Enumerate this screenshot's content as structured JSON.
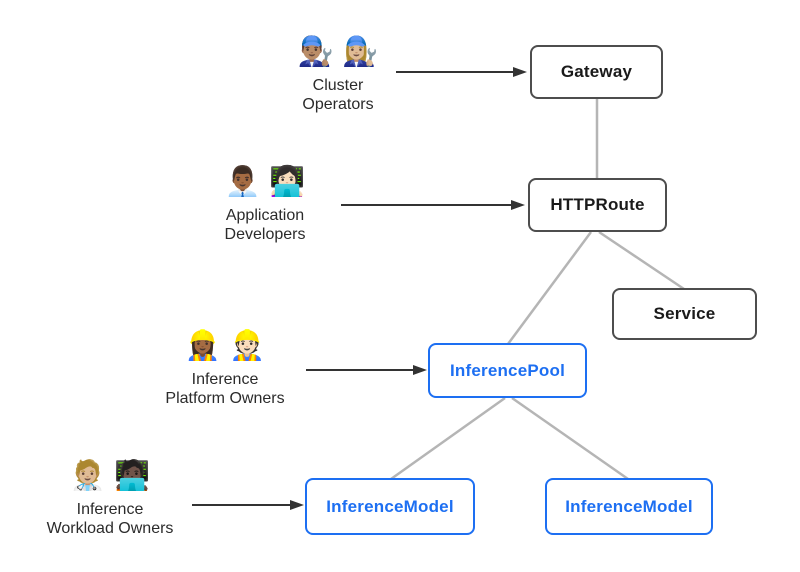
{
  "personas": [
    {
      "emojis": "👨🏽‍🔧 👩🏼‍🔧",
      "line1": "Cluster",
      "line2": "Operators",
      "points_to": "Gateway"
    },
    {
      "emojis": "👨🏾‍💼 👩🏻‍💻",
      "line1": "Application",
      "line2": "Developers",
      "points_to": "HTTPRoute"
    },
    {
      "emojis": "👷🏾‍♀️ 👷🏻",
      "line1": "Inference",
      "line2": "Platform Owners",
      "points_to": "InferencePool"
    },
    {
      "emojis": "🧑🏼‍⚕️ 🧑🏿‍💻",
      "line1": "Inference",
      "line2": "Workload Owners",
      "points_to": "InferenceModel"
    }
  ],
  "nodes": [
    {
      "label": "Gateway",
      "style": "dark"
    },
    {
      "label": "HTTPRoute",
      "style": "dark"
    },
    {
      "label": "Service",
      "style": "dark"
    },
    {
      "label": "InferencePool",
      "style": "blue"
    },
    {
      "label": "InferenceModel",
      "style": "blue"
    },
    {
      "label": "InferenceModel",
      "style": "blue"
    }
  ],
  "edges": [
    {
      "from": "Gateway",
      "to": "HTTPRoute"
    },
    {
      "from": "HTTPRoute",
      "to": "Service"
    },
    {
      "from": "HTTPRoute",
      "to": "InferencePool"
    },
    {
      "from": "InferencePool",
      "to": "InferenceModel (left)"
    },
    {
      "from": "InferencePool",
      "to": "InferenceModel (right)"
    }
  ],
  "colors": {
    "background": "#ffffff",
    "dark_box_border": "#4d4d4d",
    "dark_box_text": "#1a1a1a",
    "blue_box": "#1d6ff2",
    "arrow": "#333333",
    "connector": "#b5b5b5",
    "persona_text": "#2b2b2b"
  }
}
